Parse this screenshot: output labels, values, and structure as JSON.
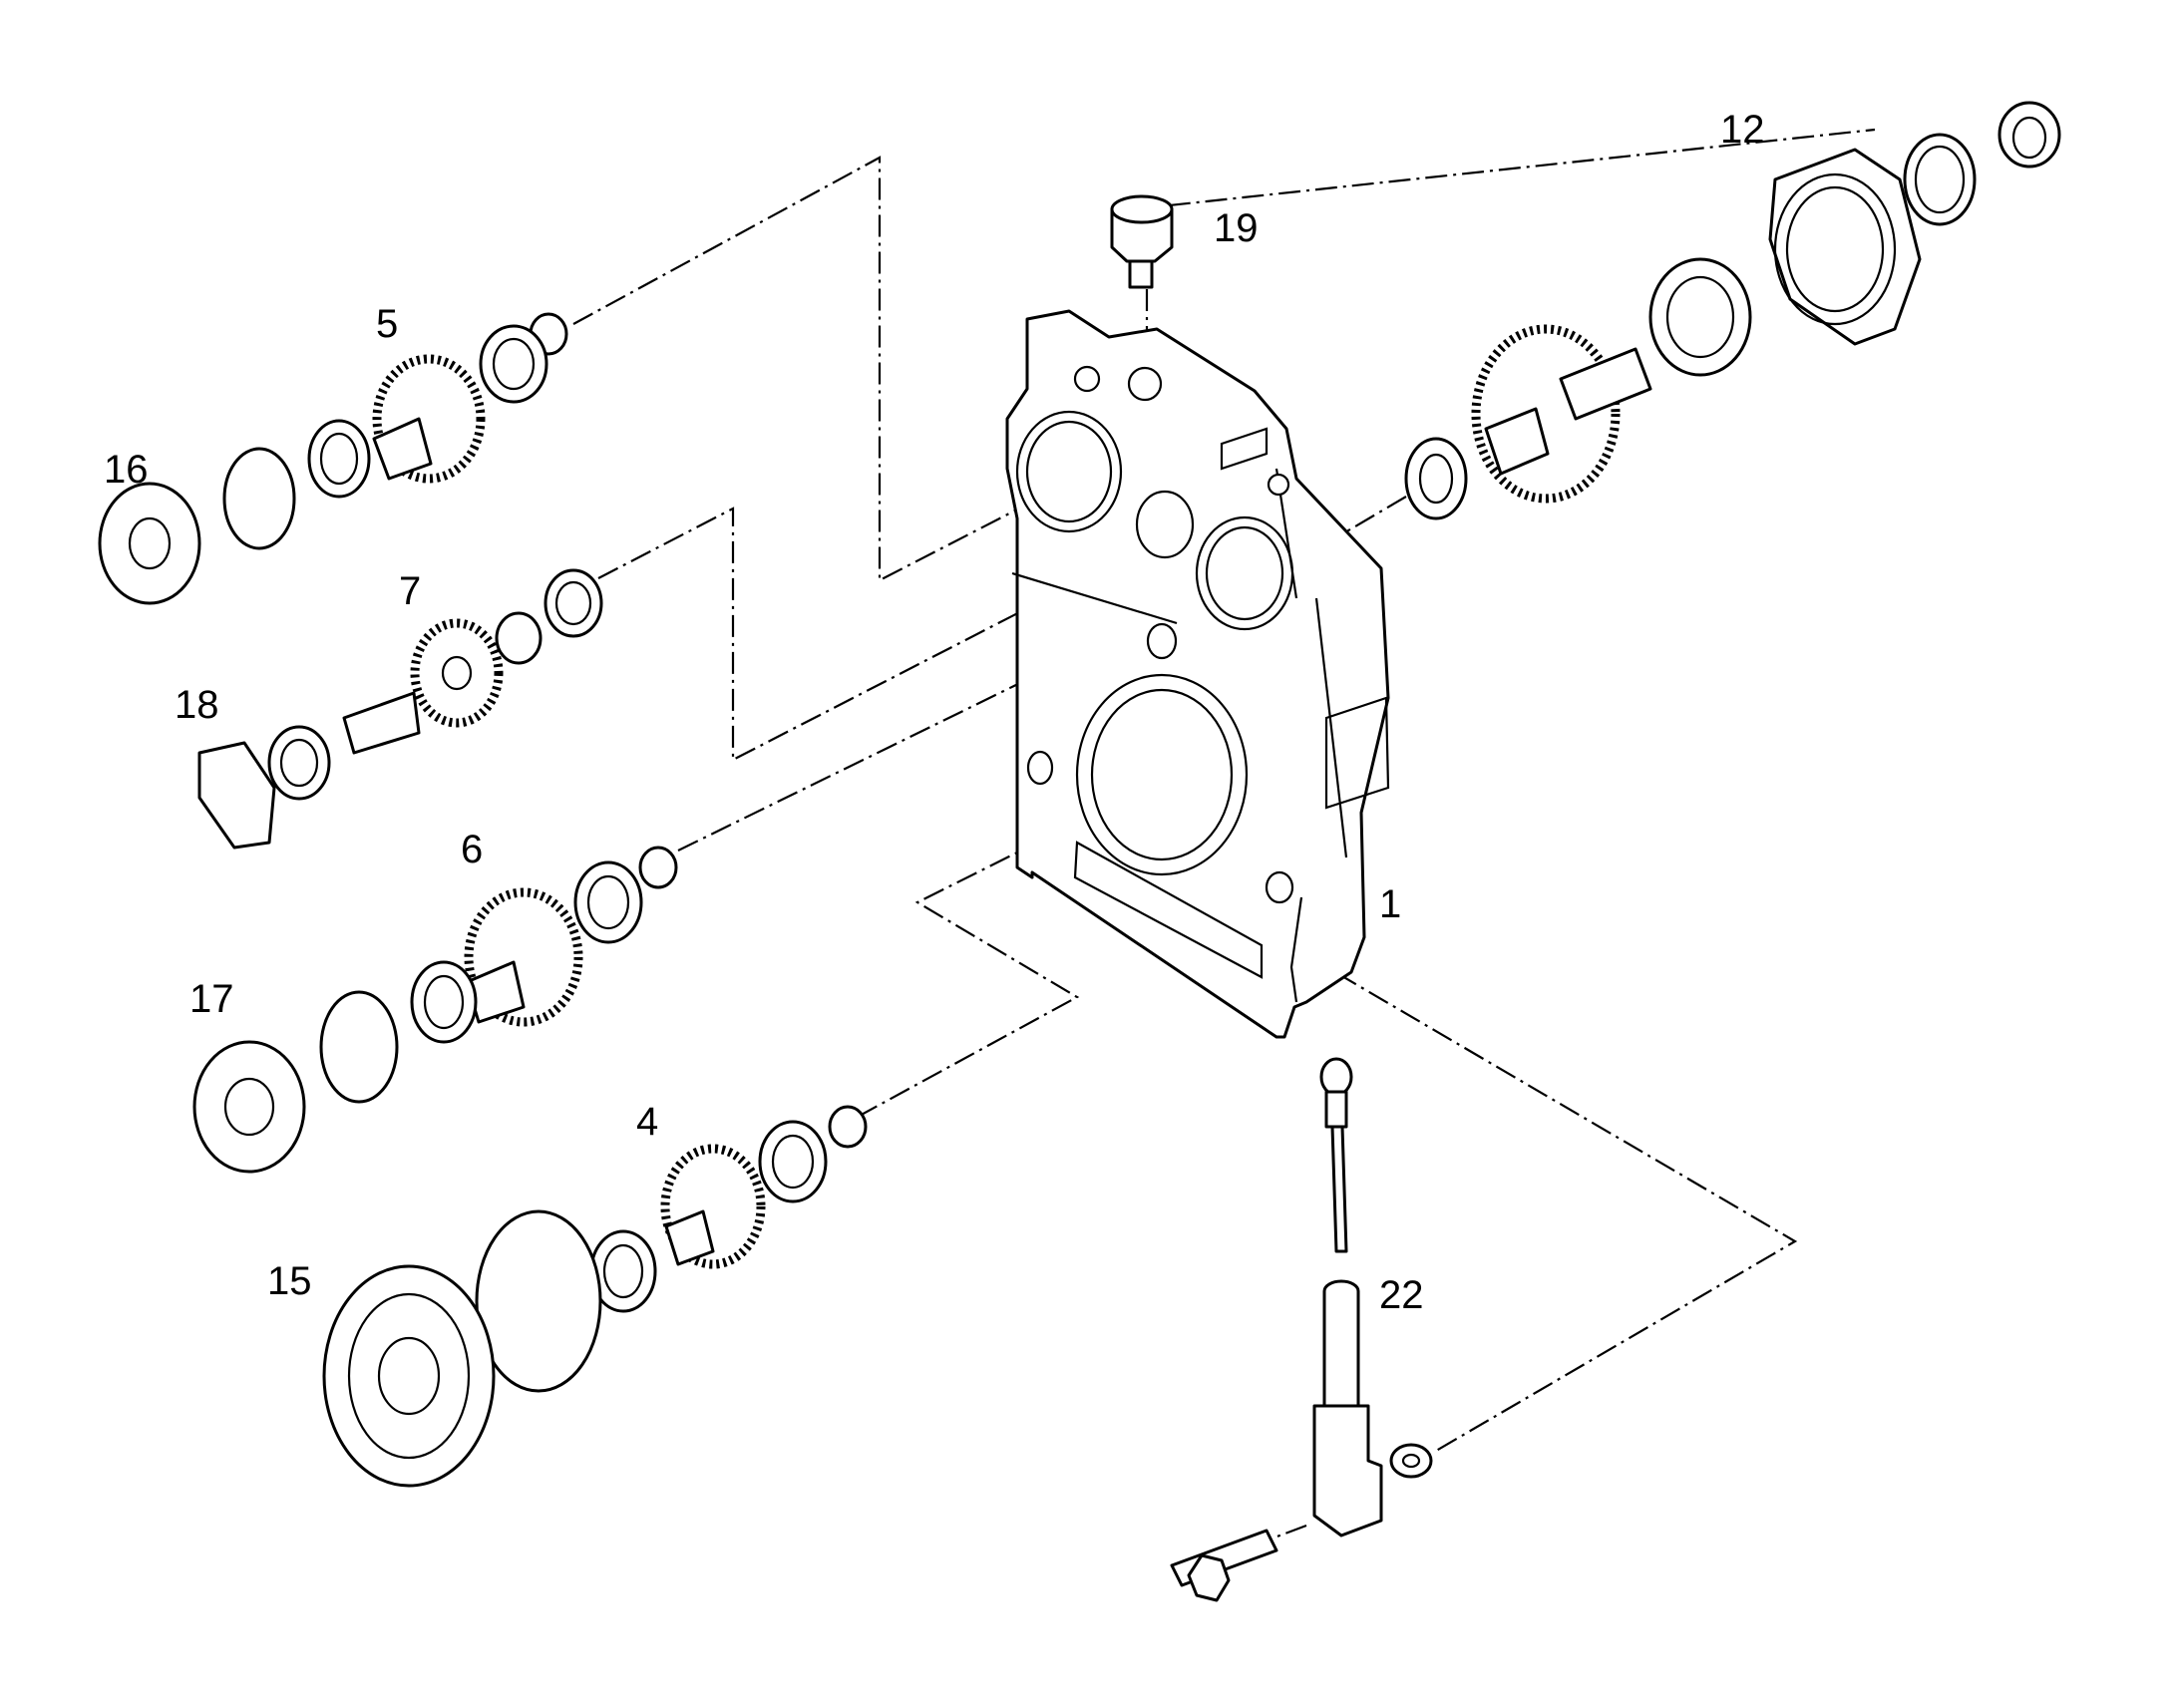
{
  "callouts": [
    {
      "id": "1",
      "label": "1"
    },
    {
      "id": "4",
      "label": "4"
    },
    {
      "id": "5",
      "label": "5"
    },
    {
      "id": "6",
      "label": "6"
    },
    {
      "id": "7",
      "label": "7"
    },
    {
      "id": "12",
      "label": "12"
    },
    {
      "id": "15",
      "label": "15"
    },
    {
      "id": "16",
      "label": "16"
    },
    {
      "id": "17",
      "label": "17"
    },
    {
      "id": "18",
      "label": "18"
    },
    {
      "id": "19",
      "label": "19"
    },
    {
      "id": "22",
      "label": "22"
    }
  ],
  "colors": {
    "line": "#000000",
    "background": "#ffffff"
  }
}
